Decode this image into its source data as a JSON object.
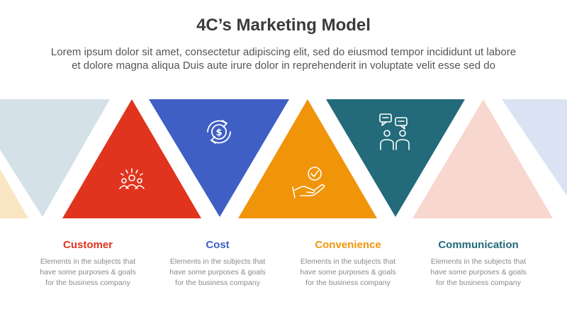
{
  "header": {
    "title": "4C’s Marketing Model",
    "subtitle_line1": "Lorem ipsum dolor sit amet, consectetur adipiscing elit, sed do eiusmod tempor incididunt ut labore",
    "subtitle_line2": "et dolore magna aliqua Duis aute irure dolor in reprehenderit in voluptate velit esse sed do"
  },
  "items": [
    {
      "heading": "Customer",
      "color": "#e0341e",
      "desc_line1": "Elements in the subjects that",
      "desc_line2": "have  some purposes & goals",
      "desc_line3": "for the  business company",
      "icon": "people-group-icon"
    },
    {
      "heading": "Cost",
      "color": "#3f5fc4",
      "desc_line1": "Elements in the subjects that",
      "desc_line2": "have  some purposes & goals",
      "desc_line3": "for the  business company",
      "icon": "dollar-cycle-icon"
    },
    {
      "heading": "Convenience",
      "color": "#f0940a",
      "desc_line1": "Elements in the subjects that",
      "desc_line2": "have  some purposes & goals",
      "desc_line3": "for the  business company",
      "icon": "hand-check-icon"
    },
    {
      "heading": "Communication",
      "color": "#236a7a",
      "desc_line1": "Elements in the subjects that",
      "desc_line2": "have  some purposes & goals",
      "desc_line3": "for the  business company",
      "icon": "chat-people-icon"
    }
  ],
  "faded_colors": {
    "left_light_blue": "#d5e1e8",
    "left_yellow": "#fbe6c4",
    "right_pink": "#f8d7ce",
    "right_lavender": "#dbe2f3"
  }
}
